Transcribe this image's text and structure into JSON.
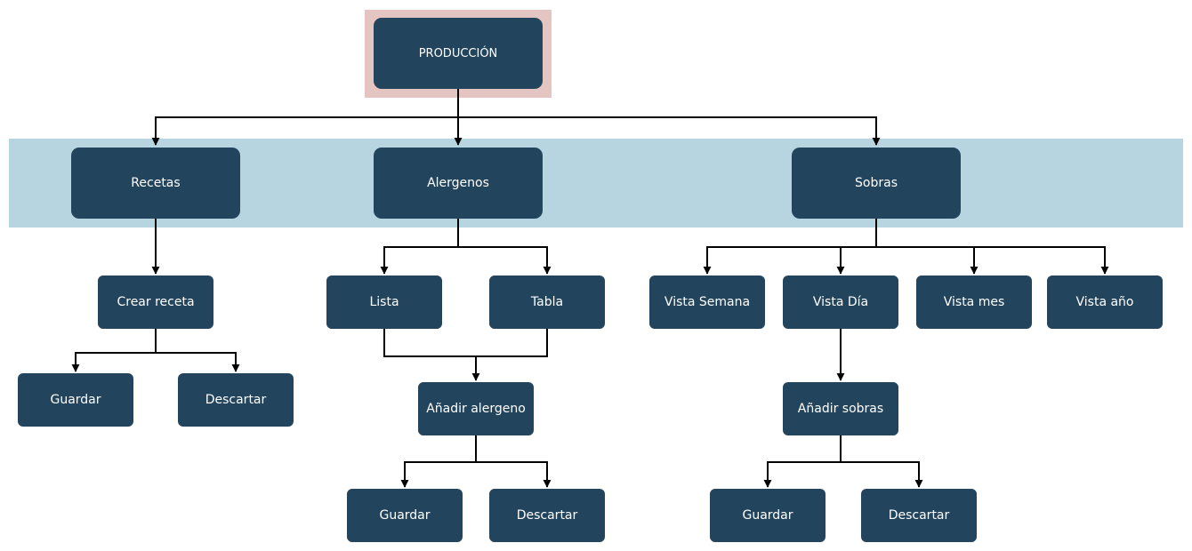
{
  "diagram": {
    "root": {
      "label": "PRODUCCIÓN"
    },
    "recetas": {
      "label": "Recetas",
      "crear_receta": "Crear receta",
      "guardar": "Guardar",
      "descartar": "Descartar"
    },
    "alergenos": {
      "label": "Alergenos",
      "lista": "Lista",
      "tabla": "Tabla",
      "anadir_alergeno": "Añadir alergeno",
      "guardar": "Guardar",
      "descartar": "Descartar"
    },
    "sobras": {
      "label": "Sobras",
      "vista_semana": "Vista Semana",
      "vista_dia": "Vista Día",
      "vista_mes": "Vista mes",
      "vista_anio": "Vista año",
      "anadir_sobras": "Añadir sobras",
      "guardar": "Guardar",
      "descartar": "Descartar"
    }
  },
  "colors": {
    "node_fill": "#23445d",
    "root_band": "#e5c5c1",
    "level1_band": "#b7d5e1",
    "edge": "#000000"
  }
}
